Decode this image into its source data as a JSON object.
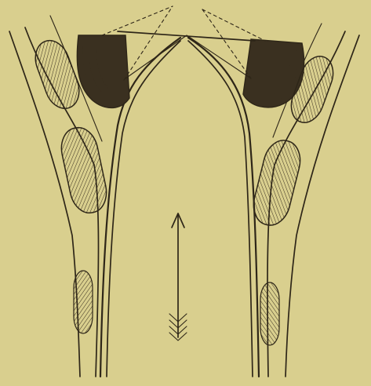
{
  "figure": {
    "background_color": "#d9cf8e",
    "ink_color": "#2e2618",
    "elements": {
      "left_stem": "vascular-wall",
      "right_stem": "vascular-wall",
      "valve_flaps": "pocket-valve",
      "flow_arrow": "arrow-up-icon"
    }
  }
}
